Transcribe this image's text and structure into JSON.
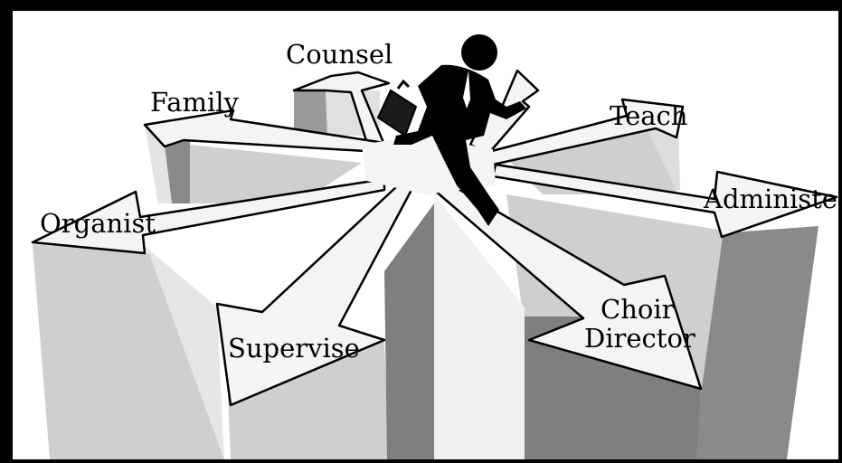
{
  "labels": {
    "counsel": "Counsel",
    "family": "Family",
    "teach": "Teach",
    "organist": "Organist",
    "administer": "Administer",
    "supervise": "Supervise",
    "choir_line1": "Choir",
    "choir_line2": "Director"
  },
  "colors": {
    "frame": "#000000",
    "background": "#ffffff",
    "arrow_fill": "#f2f2f2",
    "light_gray": "#cfcfcf",
    "mid_gray": "#a6a6a6",
    "dark_gray": "#7f7f7f",
    "figure": "#000000"
  }
}
